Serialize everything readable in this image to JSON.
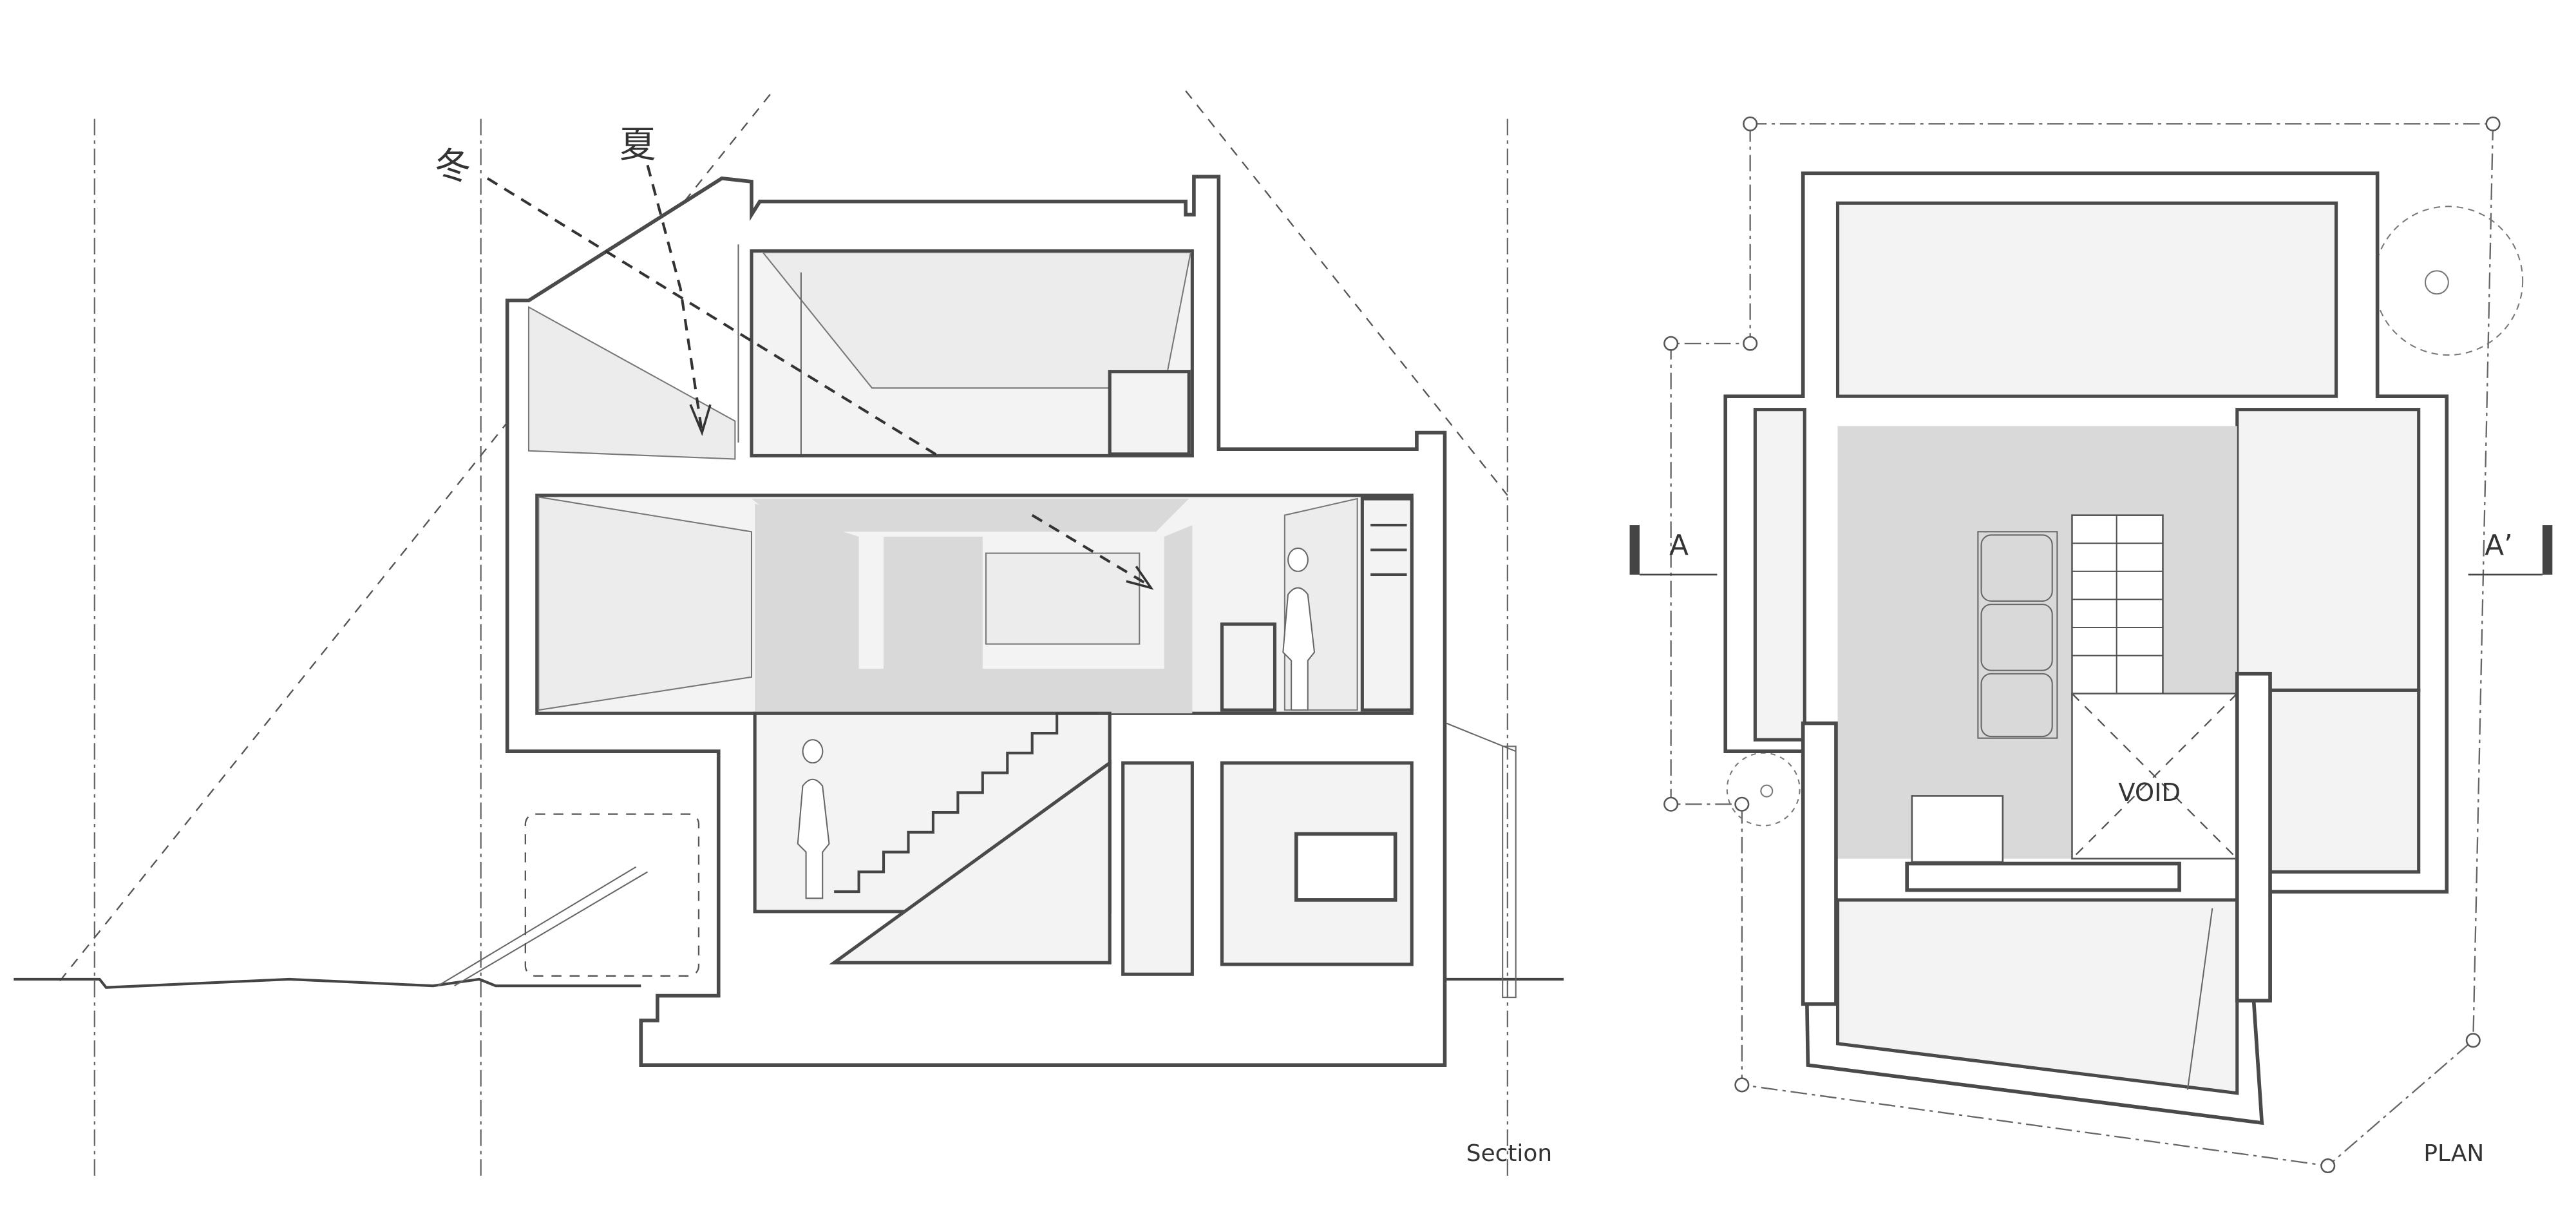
{
  "section": {
    "title": "Section",
    "sun_winter": "冬",
    "sun_summer": "夏"
  },
  "plan": {
    "title": "PLAN",
    "void_label": "VOID",
    "section_mark_left": "A",
    "section_mark_right": "A’"
  },
  "colors": {
    "line": "#4a4a4a",
    "room_fill": "#f3f3f3",
    "hatch_fill": "#d9d9d9"
  }
}
